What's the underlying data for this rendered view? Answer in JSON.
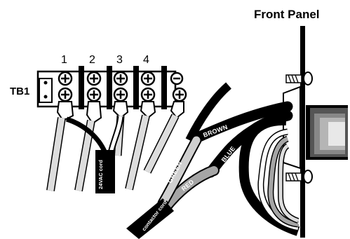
{
  "title": "Front Panel",
  "terminal_block": {
    "label": "TB1",
    "terminals": [
      "1",
      "2",
      "3",
      "4"
    ]
  },
  "cords": {
    "power_cord": "24VAC cord",
    "contactor_cord": "contactor cord"
  },
  "wires": {
    "brown": "BROWN",
    "blue": "BLUE",
    "green": "GREEN",
    "red": "RED"
  },
  "colors": {
    "line": "#000000",
    "fill": "#ffffff",
    "light_wire": "#dddddd",
    "mid_wire": "#a5a5a5",
    "dark_wire": "#707070"
  }
}
